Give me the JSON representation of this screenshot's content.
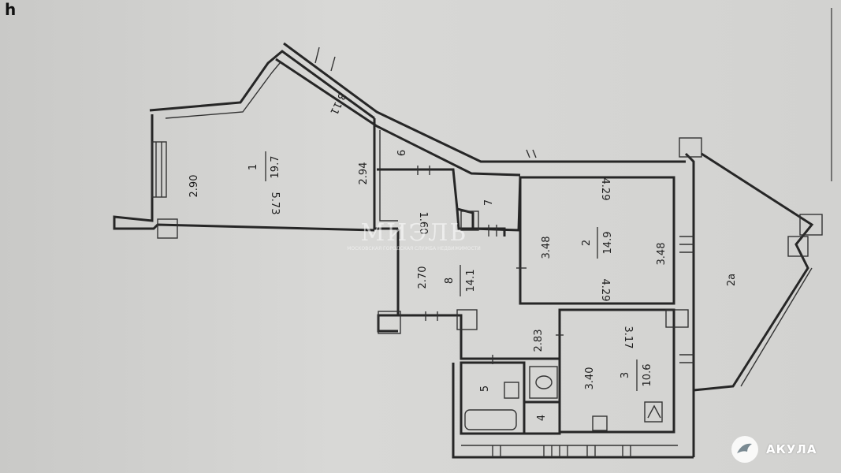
{
  "corner_letter": "h",
  "rooms": [
    {
      "id": "1",
      "num": "1",
      "area": "19.7"
    },
    {
      "id": "2",
      "num": "2",
      "area": "14.9"
    },
    {
      "id": "3",
      "num": "3",
      "area": "10.6"
    },
    {
      "id": "4",
      "num": "4"
    },
    {
      "id": "5",
      "num": "5"
    },
    {
      "id": "6",
      "num": "6"
    },
    {
      "id": "7",
      "num": "7"
    },
    {
      "id": "8",
      "num": "8",
      "area": "14.1"
    },
    {
      "id": "2a",
      "num": "2a"
    }
  ],
  "dimensions": {
    "d_311": "3.11",
    "d_290": "2.90",
    "d_573": "5.73",
    "d_294": "2.94",
    "d_160": "1.60",
    "d_270": "2.70",
    "d_283": "2.83",
    "d_348a": "3.48",
    "d_348b": "3.48",
    "d_429a": "4.29",
    "d_429b": "4.29",
    "d_317": "3.17",
    "d_340": "3.40"
  },
  "watermark": {
    "text": "МИЭЛЬ",
    "sub": "МОСКОВСКАЯ ГОРОДСКАЯ СЛУЖБА НЕДВИЖИМОСТИ"
  },
  "brand": {
    "name": "АКУЛА"
  },
  "colors": {
    "paper": "#d3d3d1",
    "ink": "#262626"
  }
}
